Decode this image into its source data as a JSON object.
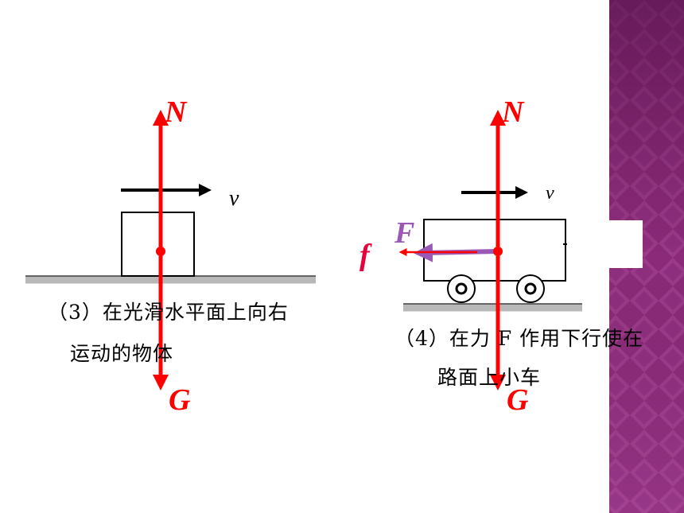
{
  "colors": {
    "force_arrow": "#ff0000",
    "applied_force": "#9b59b6",
    "friction_label": "#e8003a",
    "ground": "#b8b8b8",
    "side_panel": "#7b1e6b"
  },
  "panel_left": {
    "normal_force_label": "N",
    "gravity_label": "G",
    "velocity_label": "v",
    "caption_line1": "（3）在光滑水平面上向右",
    "caption_line2": "运动的物体"
  },
  "panel_right": {
    "normal_force_label": "N",
    "gravity_label": "G",
    "velocity_label": "v",
    "applied_force_label": "F",
    "friction_label": "f",
    "caption_line1": "（4）在力 F 作用下行使在",
    "caption_line2": "路面上小车"
  }
}
